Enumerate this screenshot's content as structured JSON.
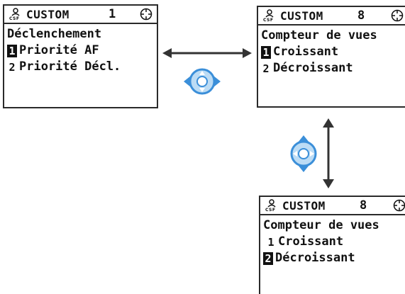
{
  "screens": {
    "s1": {
      "label": "CUSTOM",
      "number": "1",
      "title": "Déclenchement",
      "options": [
        {
          "num": "1",
          "text": "Priorité AF"
        },
        {
          "num": "2",
          "text": "Priorité Décl."
        }
      ]
    },
    "s8a": {
      "label": "CUSTOM",
      "number": "8",
      "title": "Compteur de vues",
      "options": [
        {
          "num": "1",
          "text": "Croissant"
        },
        {
          "num": "2",
          "text": "Décroissant"
        }
      ]
    },
    "s8b": {
      "label": "CUSTOM",
      "number": "8",
      "title": "Compteur de vues",
      "options": [
        {
          "num": "1",
          "text": "Croissant"
        },
        {
          "num": "2",
          "text": "Décroissant"
        }
      ]
    }
  },
  "selected": {
    "s1": 1,
    "s8a": 1,
    "s8b": 2
  },
  "icons": {
    "custom": "custom-settings-icon",
    "af": "af-target-icon",
    "dial": "multi-selector-icon",
    "arrows": "double-arrow-icon"
  },
  "colors": {
    "dial_blue": "#3b8fd9",
    "dial_light": "#bcdcf5",
    "arrow": "#333333",
    "frame": "#2a2a2a"
  }
}
